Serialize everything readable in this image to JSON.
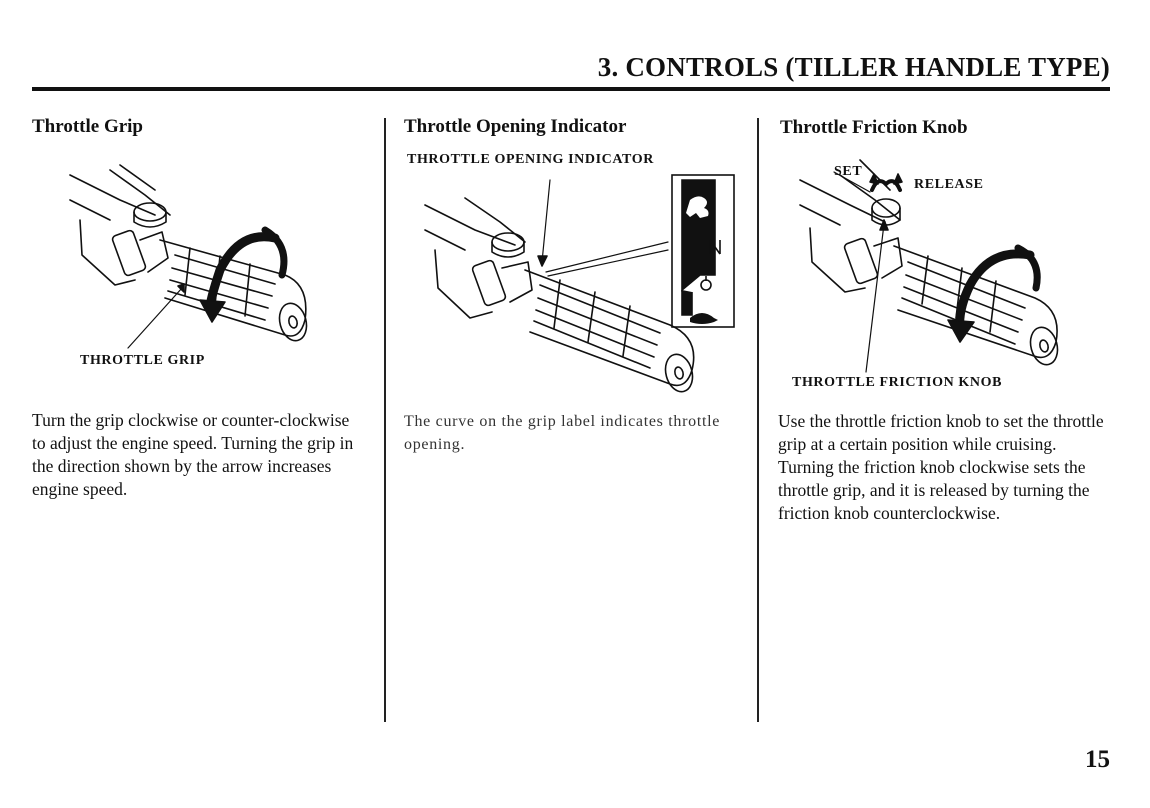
{
  "header": {
    "title": "3. CONTROLS (TILLER HANDLE TYPE)"
  },
  "sections": [
    {
      "heading": "Throttle Grip",
      "figure_labels": [
        "THROTTLE GRIP"
      ],
      "body": "Turn the grip clockwise or counter-clockwise to adjust the engine speed. Turning the grip in the direction shown by the arrow increases engine speed."
    },
    {
      "heading": "Throttle Opening Indicator",
      "figure_labels": [
        "THROTTLE OPENING INDICATOR"
      ],
      "body": "The curve on the grip label indicates throttle opening."
    },
    {
      "heading": "Throttle Friction Knob",
      "figure_labels": [
        "SET",
        "RELEASE",
        "THROTTLE FRICTION KNOB"
      ],
      "body": "Use the throttle friction knob to set the throttle grip at a certain position while cruising. Turning the friction knob clockwise sets the throttle grip, and it is released by turning the friction knob counterclockwise."
    }
  ],
  "footer": {
    "page_number": "15"
  },
  "icons": [
    "rabbit-icon",
    "turtle-icon",
    "neutral-icon",
    "stop-icon"
  ]
}
